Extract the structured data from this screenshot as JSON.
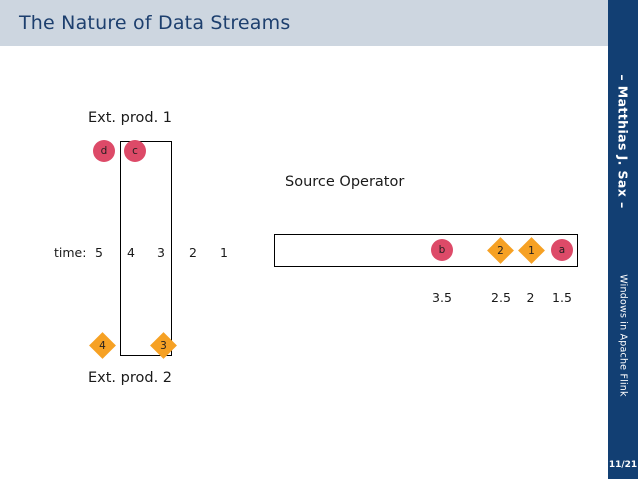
{
  "slide": {
    "title": "The Nature of Data Streams",
    "header_bg": "#cdd6e0",
    "title_color": "#1d3f6e",
    "sidebar_bg": "#123f73",
    "page_number": "11/21",
    "author": "– Matthias J. Sax –",
    "subject": "Windows in Apache Flink"
  },
  "colors": {
    "record": "#dd4a68",
    "watermark": "#f6a124",
    "outline": "#000000"
  },
  "diagram": {
    "ext_prod_1_label": "Ext. prod. 1",
    "ext_prod_2_label": "Ext. prod. 2",
    "source_operator_label": "Source Operator",
    "time_axis_label": "time:",
    "time_ticks": [
      "5",
      "4",
      "3",
      "2",
      "1"
    ],
    "ext_prod_top_tokens": [
      {
        "type": "circle",
        "text": "d"
      },
      {
        "type": "circle",
        "text": "c"
      }
    ],
    "ext_prod_bottom_tokens": [
      {
        "type": "diamond",
        "text": "4"
      },
      {
        "type": "diamond",
        "text": "3"
      }
    ],
    "source_operator_tokens": [
      {
        "type": "circle",
        "text": "b"
      },
      {
        "type": "diamond",
        "text": "2"
      },
      {
        "type": "diamond",
        "text": "1"
      },
      {
        "type": "circle",
        "text": "a"
      }
    ],
    "source_operator_timestamps": [
      "3.5",
      "2.5",
      "2",
      "1.5"
    ]
  }
}
